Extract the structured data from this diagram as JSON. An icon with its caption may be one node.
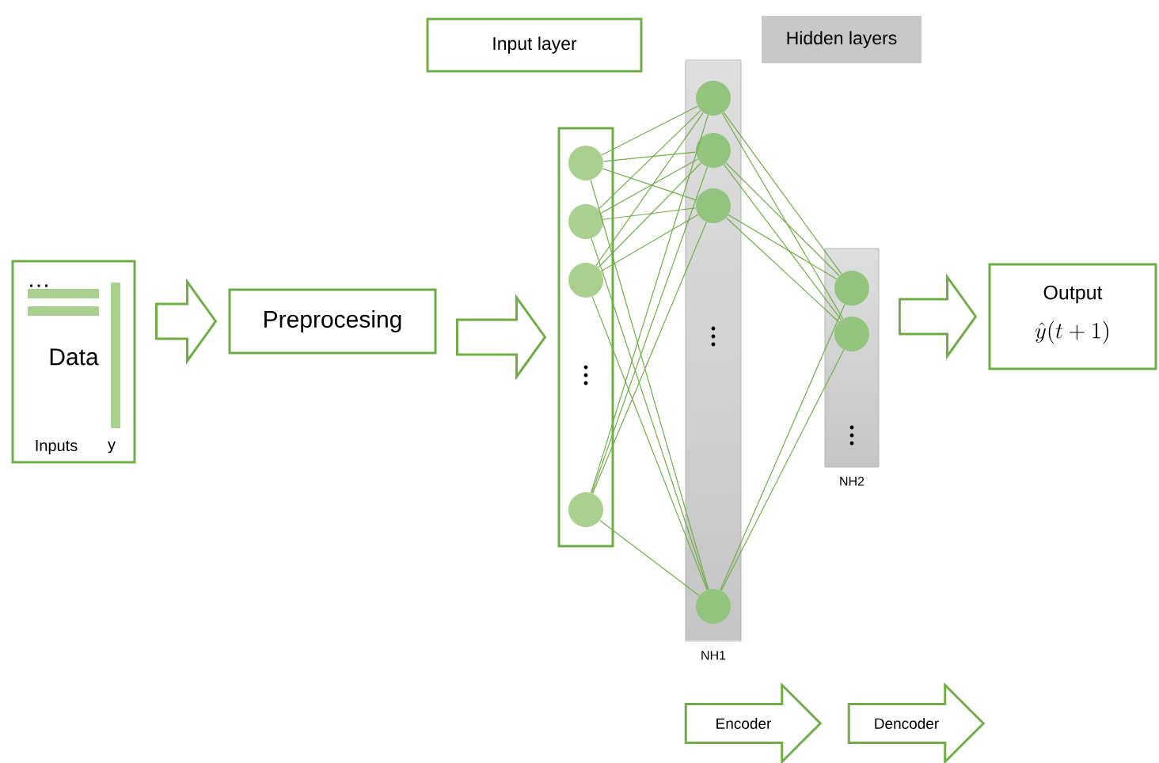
{
  "diagram": {
    "nodes": [
      {
        "text": [
          "…",
          "Data",
          "Inputs",
          "y"
        ]
      },
      {
        "text": [
          "Preprocesing"
        ]
      },
      {
        "text": [
          "Input layer"
        ]
      },
      {
        "text": [
          "Hidden layers"
        ]
      },
      {
        "text": [],
        "shape": "box"
      },
      {
        "text": [],
        "shape": "circle",
        "in": 4
      },
      {
        "text": [],
        "shape": "circle",
        "in": 4
      },
      {
        "text": [],
        "shape": "circle",
        "in": 4
      },
      {
        "text": [],
        "shape": "circle",
        "in": 4
      },
      {
        "text": [],
        "shape": "bar",
        "beside": [
          "NH1"
        ]
      },
      {
        "text": [],
        "shape": "circle",
        "in": 9
      },
      {
        "text": [],
        "shape": "circle",
        "in": 9
      },
      {
        "text": [],
        "shape": "circle",
        "in": 9
      },
      {
        "text": [],
        "shape": "circle",
        "in": 9
      },
      {
        "text": [],
        "shape": "bar",
        "beside": [
          "NH2"
        ]
      },
      {
        "text": [],
        "shape": "circle",
        "in": 14
      },
      {
        "text": [],
        "shape": "circle",
        "in": 14
      },
      {
        "text": [
          "Output",
          "\\hat{y}(t+1)"
        ]
      },
      {
        "text": [
          "Encoder"
        ]
      },
      {
        "text": [
          "Dencoder"
        ]
      }
    ],
    "edges": [
      {
        "from": 0,
        "to": 1,
        "arrow": "to",
        "style": "thick"
      },
      {
        "from": 1,
        "to": 4,
        "arrow": "to",
        "style": "thick"
      },
      {
        "from": 14,
        "to": 17,
        "arrow": "to",
        "style": "thick"
      },
      {
        "from": 5,
        "to": 10,
        "arrow": "none"
      },
      {
        "from": 5,
        "to": 11,
        "arrow": "none"
      },
      {
        "from": 5,
        "to": 12,
        "arrow": "none"
      },
      {
        "from": 5,
        "to": 13,
        "arrow": "none"
      },
      {
        "from": 6,
        "to": 10,
        "arrow": "none"
      },
      {
        "from": 6,
        "to": 11,
        "arrow": "none"
      },
      {
        "from": 6,
        "to": 12,
        "arrow": "none"
      },
      {
        "from": 6,
        "to": 13,
        "arrow": "none"
      },
      {
        "from": 7,
        "to": 10,
        "arrow": "none"
      },
      {
        "from": 7,
        "to": 11,
        "arrow": "none"
      },
      {
        "from": 7,
        "to": 12,
        "arrow": "none"
      },
      {
        "from": 7,
        "to": 13,
        "arrow": "none"
      },
      {
        "from": 8,
        "to": 10,
        "arrow": "none"
      },
      {
        "from": 8,
        "to": 11,
        "arrow": "none"
      },
      {
        "from": 8,
        "to": 12,
        "arrow": "none"
      },
      {
        "from": 8,
        "to": 13,
        "arrow": "none"
      },
      {
        "from": 10,
        "to": 15,
        "arrow": "none"
      },
      {
        "from": 10,
        "to": 16,
        "arrow": "none"
      },
      {
        "from": 11,
        "to": 15,
        "arrow": "none"
      },
      {
        "from": 11,
        "to": 16,
        "arrow": "none"
      },
      {
        "from": 12,
        "to": 15,
        "arrow": "none"
      },
      {
        "from": 12,
        "to": 16,
        "arrow": "none"
      },
      {
        "from": 13,
        "to": 15,
        "arrow": "none"
      },
      {
        "from": 13,
        "to": 16,
        "arrow": "none"
      }
    ]
  }
}
